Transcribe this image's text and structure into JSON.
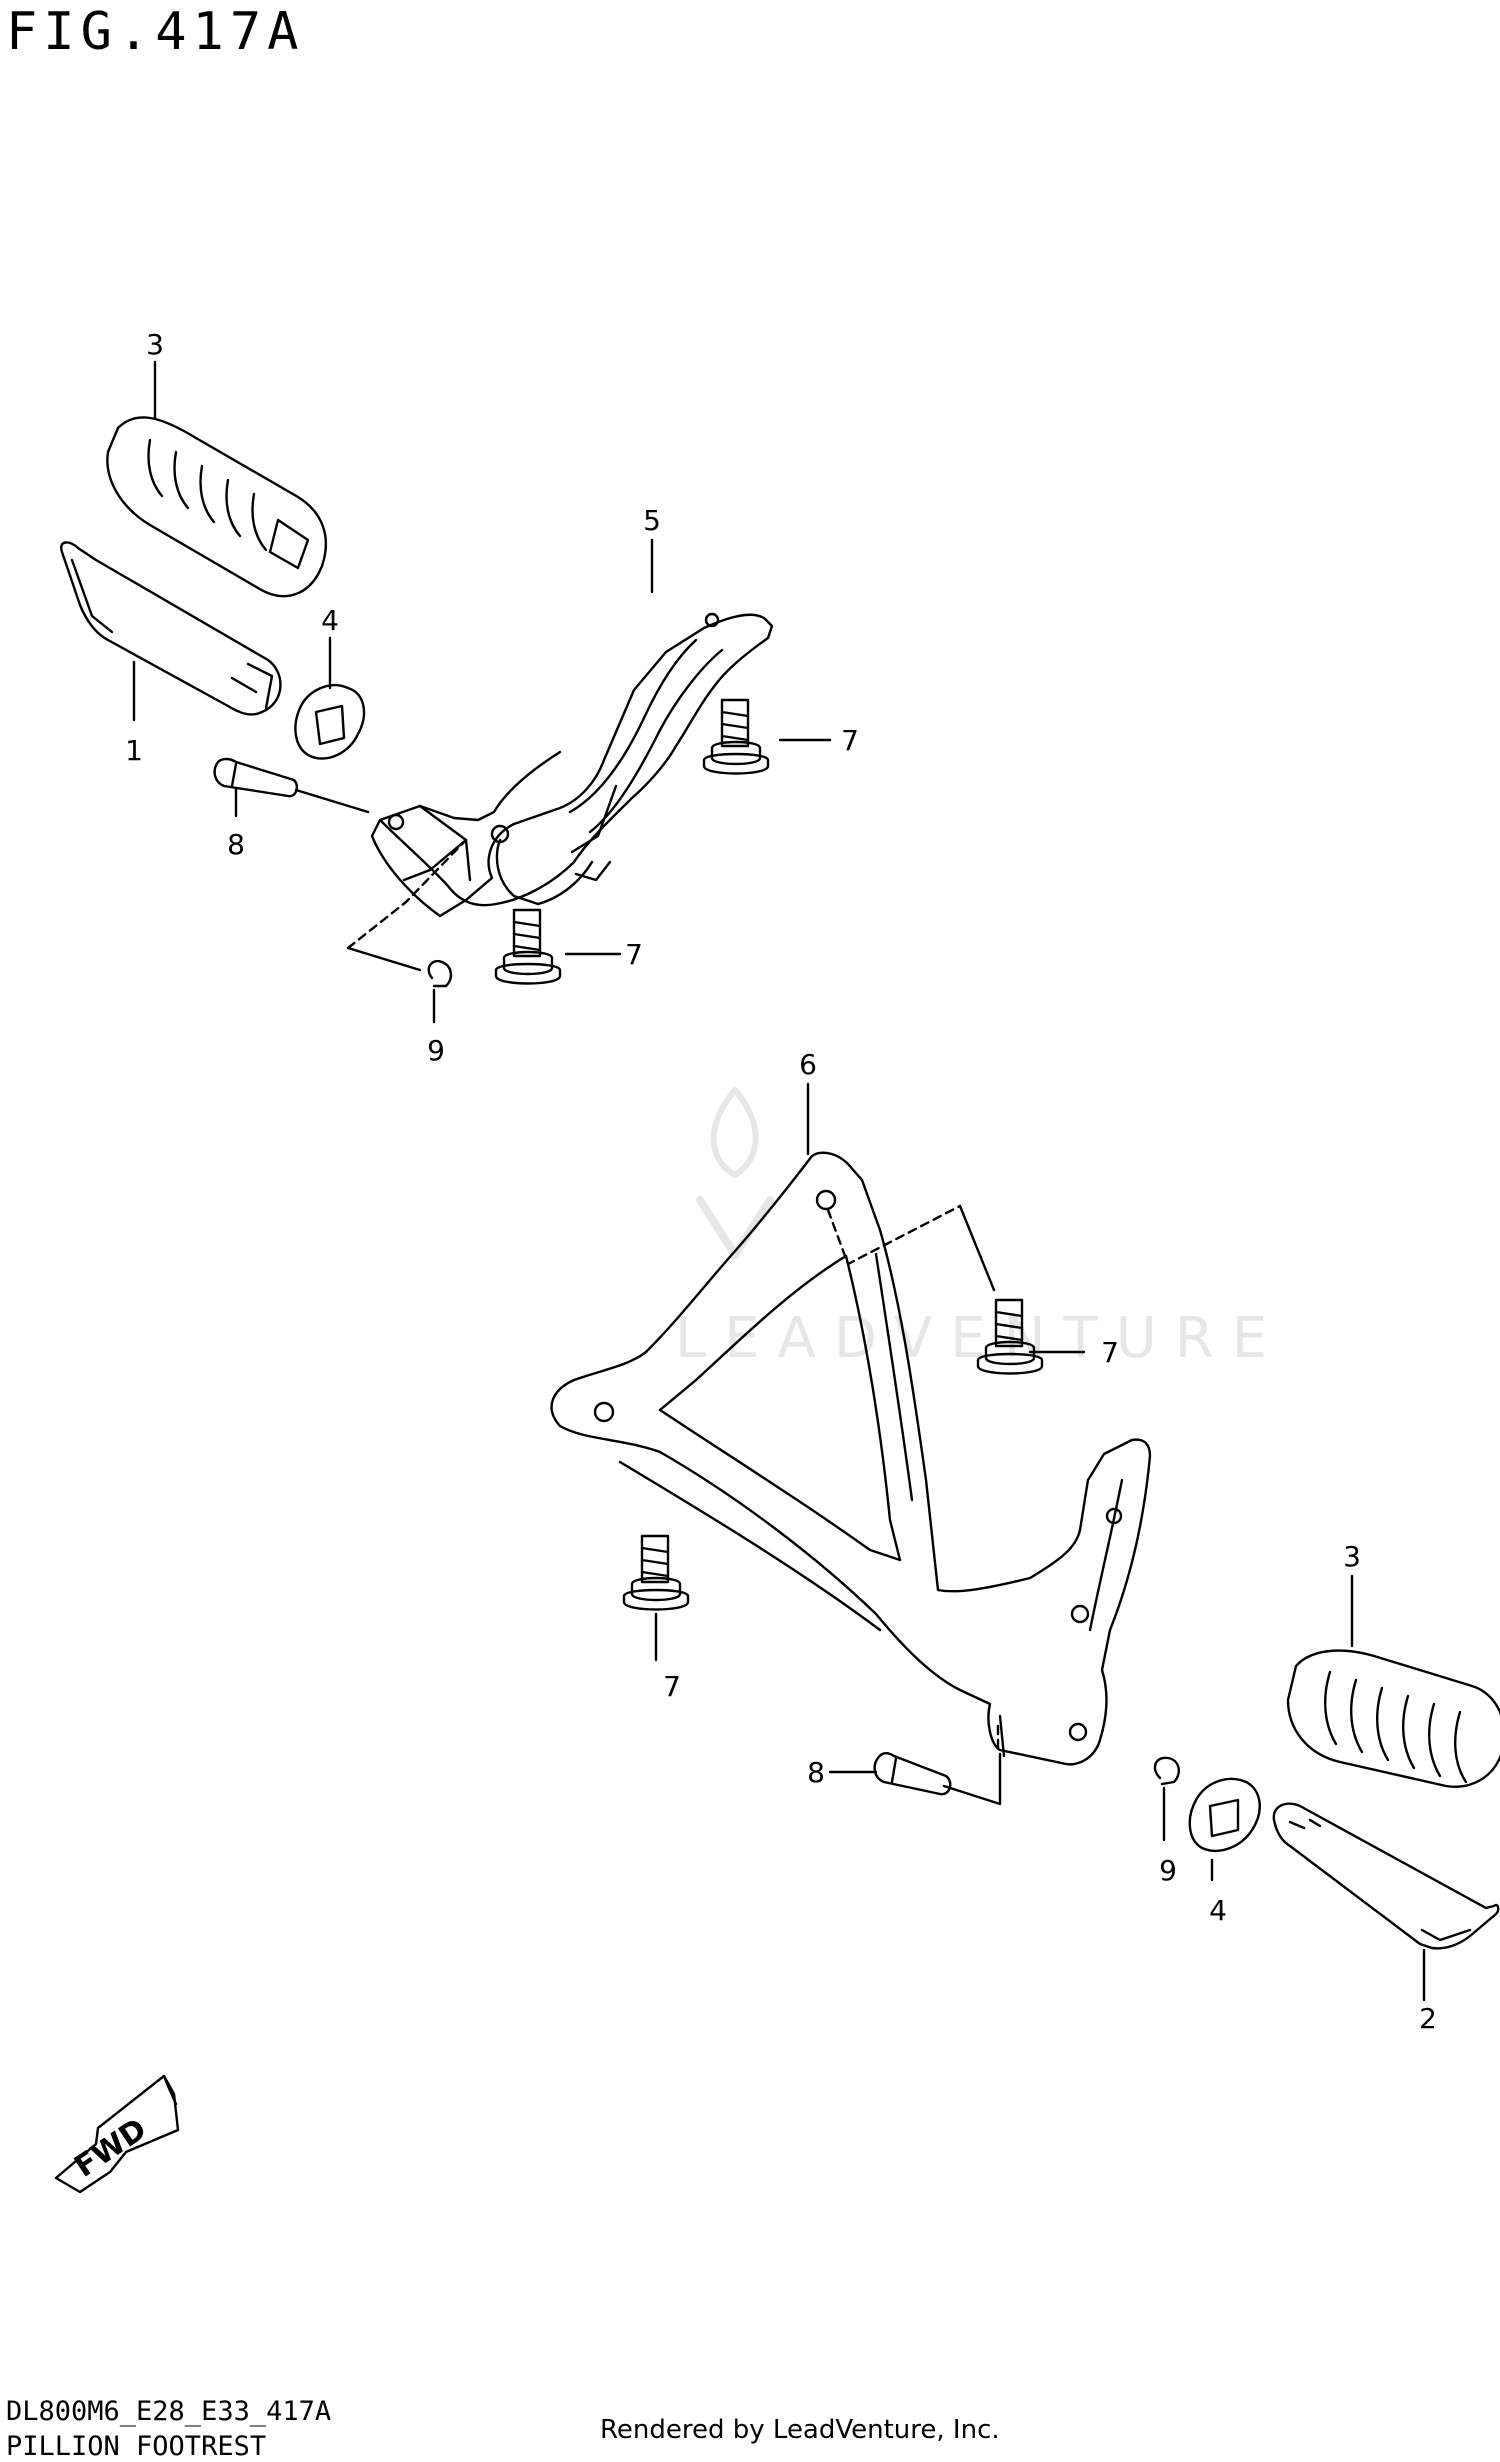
{
  "figure": {
    "title": "FIG.417A",
    "code": "DL800M6_E28_E33_417A",
    "subtitle": "PILLION FOOTREST",
    "footer": "Rendered by LeadVenture, Inc.",
    "watermark": "LEADVENTURE"
  },
  "callouts": [
    {
      "id": "c1",
      "label": "1"
    },
    {
      "id": "c2",
      "label": "2"
    },
    {
      "id": "c3a",
      "label": "3"
    },
    {
      "id": "c3b",
      "label": "3"
    },
    {
      "id": "c4a",
      "label": "4"
    },
    {
      "id": "c4b",
      "label": "4"
    },
    {
      "id": "c5",
      "label": "5"
    },
    {
      "id": "c6",
      "label": "6"
    },
    {
      "id": "c7a",
      "label": "7"
    },
    {
      "id": "c7b",
      "label": "7"
    },
    {
      "id": "c7c",
      "label": "7"
    },
    {
      "id": "c7d",
      "label": "7"
    },
    {
      "id": "c8a",
      "label": "8"
    },
    {
      "id": "c8b",
      "label": "8"
    },
    {
      "id": "c9a",
      "label": "9"
    },
    {
      "id": "c9b",
      "label": "9"
    }
  ],
  "fwd_badge": "FWD",
  "colors": {
    "ink": "#000000",
    "paper": "#ffffff",
    "watermark": "#e6e6e6"
  }
}
